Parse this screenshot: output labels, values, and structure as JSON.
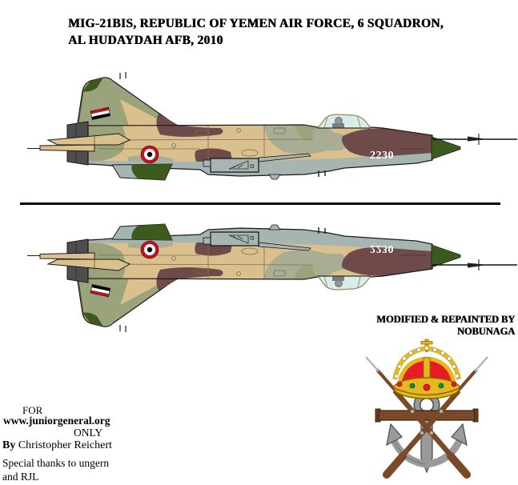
{
  "title": {
    "line1": "MIG-21BIS, REPUBLIC OF YEMEN AIR FORCE, 6 SQUADRON,",
    "line2": "AL HUDAYDAH AFB, 2010"
  },
  "aircraft": {
    "tail_number": "2230"
  },
  "credits": {
    "modified": "MODIFIED & REPAINTED BY NOBUNAGA"
  },
  "footer": {
    "for_label": "FOR",
    "site": "www.juniorgeneral.org",
    "only_label": "ONLY",
    "by_label": "By",
    "author": "Christopher Reichert",
    "thanks1": "Special thanks to ungern",
    "thanks2": "and RJL"
  },
  "colors": {
    "tan": "#d9c08c",
    "olive": "#9aa37b",
    "graygreen": "#a9ad93",
    "maroon": "#6e4a4a",
    "underside": "#a7b5b2",
    "darkgreen": "#3d5a1e",
    "exhaust": "#4e4e4e",
    "canopy": "#d9ecec",
    "panel": "#7d6f4e",
    "flagred": "#c41224",
    "white": "#ffffff",
    "black": "#000000",
    "crowngold": "#e6b820",
    "crownred": "#e81c24",
    "anchorgray": "#9a9a9a",
    "riflebrown": "#7a4a28"
  }
}
